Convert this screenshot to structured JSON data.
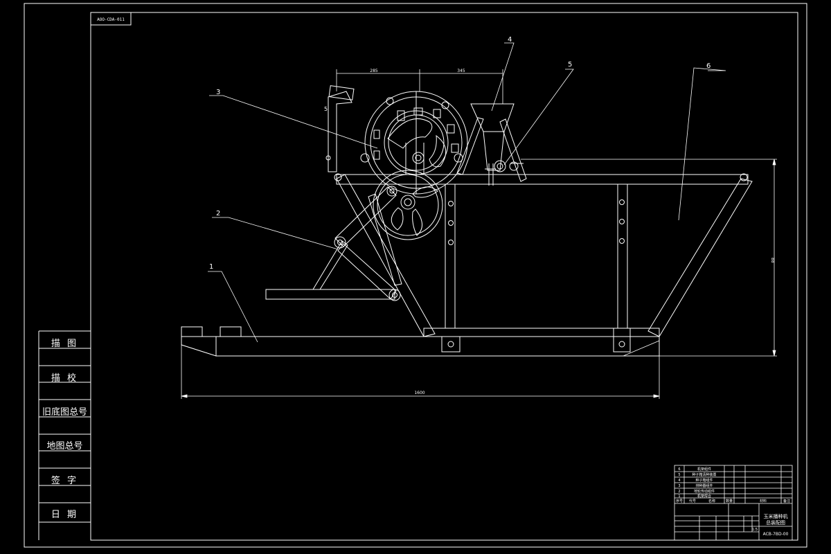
{
  "drawing_code_tag": "AOO-CDA-011",
  "title_block_code": "ACB-7BD-00",
  "side_panel": {
    "labels": [
      "描 图",
      "描 校",
      "旧底图总号",
      "地图总号",
      "签 字",
      "日 期"
    ]
  },
  "callouts": [
    "1",
    "2",
    "3",
    "4",
    "5",
    "6"
  ],
  "dimensions": {
    "overall_length": "1600",
    "top_left": "285",
    "top_right": "345",
    "side_left": "5",
    "height_right": "88"
  },
  "bom_rows": [
    {
      "no": "6",
      "name": "机架组件"
    },
    {
      "no": "5",
      "name": "种子箱清种装置"
    },
    {
      "no": "4",
      "name": "种子箱组件"
    },
    {
      "no": "3",
      "name": "排种器组件"
    },
    {
      "no": "2",
      "name": "地轮传动组件"
    },
    {
      "no": "1",
      "name": "机架焊合"
    }
  ],
  "bom_header": [
    "序号",
    "代号",
    "名称",
    "数量",
    "材料",
    "备注"
  ],
  "title_block": {
    "product_name": "玉米播种机",
    "drawing_name": "总装配图",
    "scale": "1:5"
  }
}
